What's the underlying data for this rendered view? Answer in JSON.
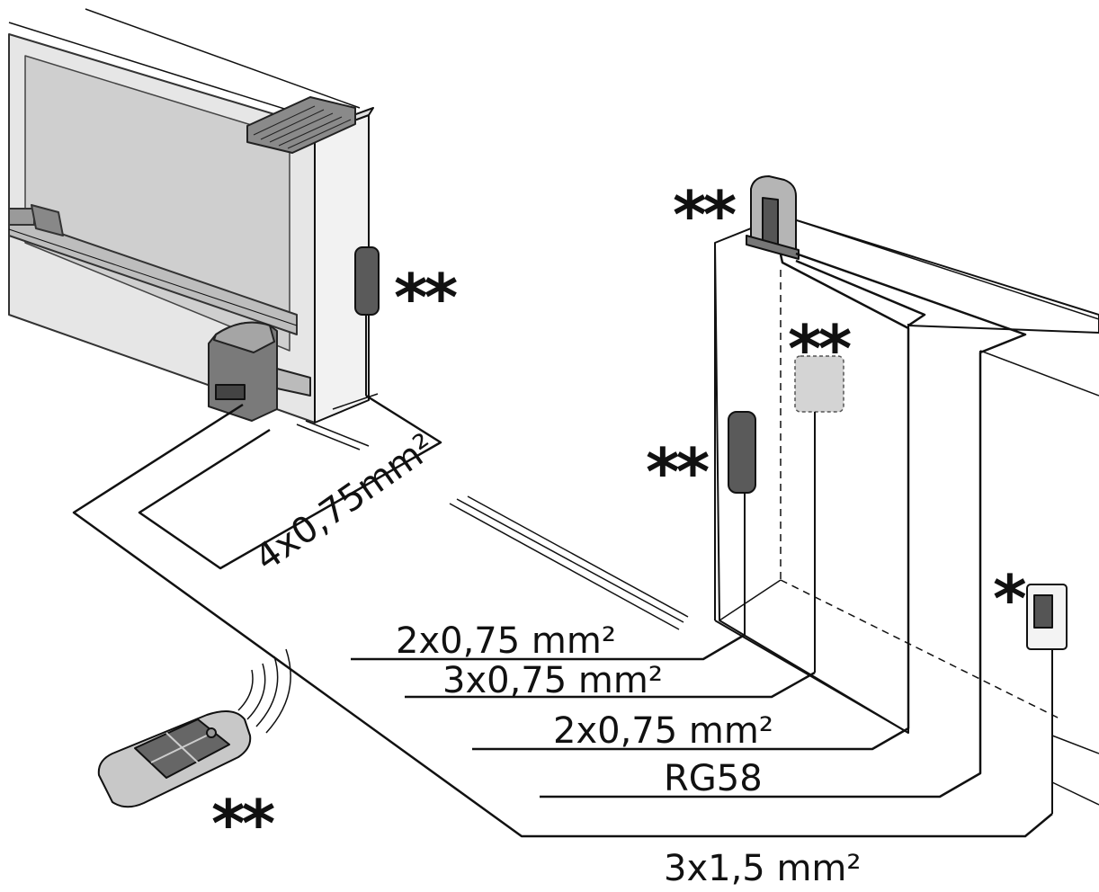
{
  "cables": {
    "motor": "4x0,75mm²",
    "photocell_tx": "2x0,75 mm²",
    "photocell_rx": "3x0,75 mm²",
    "flashing_light": "2x0,75 mm²",
    "antenna": "RG58",
    "power": "3x1,5 mm²"
  },
  "markers": {
    "optional": "**",
    "mandatory": "*"
  },
  "colors": {
    "line": "#111111",
    "gate_fill": "#d9d9d9",
    "device_dark": "#555555",
    "device_light": "#cfcfcf"
  }
}
